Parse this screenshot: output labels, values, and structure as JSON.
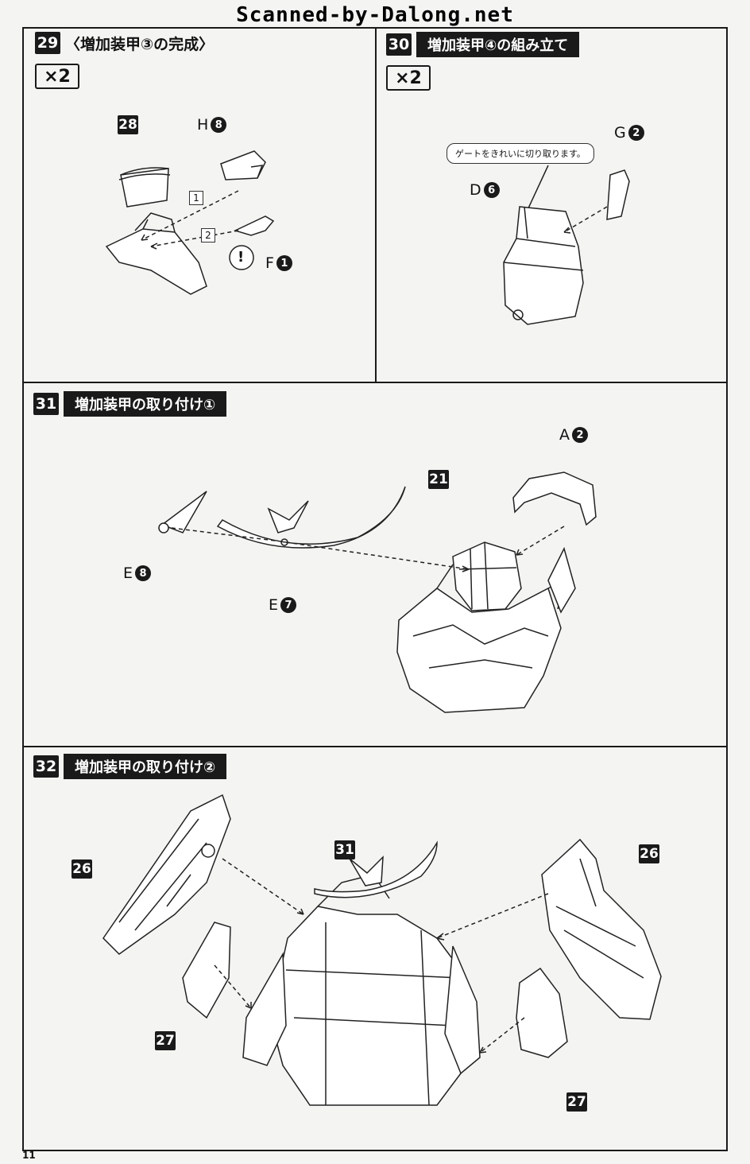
{
  "watermark": "Scanned-by-Dalong.net",
  "page_number": "11",
  "steps": [
    {
      "number": "29",
      "title": "〈増加装甲③の完成〉",
      "multiplier": "×2"
    },
    {
      "number": "30",
      "title": "増加装甲④の組み立て",
      "multiplier": "×2"
    },
    {
      "number": "31",
      "title": "増加装甲の取り付け①"
    },
    {
      "number": "32",
      "title": "増加装甲の取り付け②"
    }
  ],
  "step29": {
    "part_ref": "28",
    "part_h": {
      "letter": "H",
      "num": "8"
    },
    "part_f": {
      "letter": "F",
      "num": "1"
    },
    "sub1": "1",
    "sub2": "2",
    "caution": "!"
  },
  "step30": {
    "callout": "ゲートをきれいに切り取ります。",
    "part_d": {
      "letter": "D",
      "num": "6"
    },
    "part_g": {
      "letter": "G",
      "num": "2"
    }
  },
  "step31": {
    "part_ref": "21",
    "part_a": {
      "letter": "A",
      "num": "2"
    },
    "part_e8": {
      "letter": "E",
      "num": "8"
    },
    "part_e7": {
      "letter": "E",
      "num": "7"
    }
  },
  "step32": {
    "ref_31": "31",
    "ref_26_left": "26",
    "ref_26_right": "26",
    "ref_27_left": "27",
    "ref_27_right": "27"
  }
}
